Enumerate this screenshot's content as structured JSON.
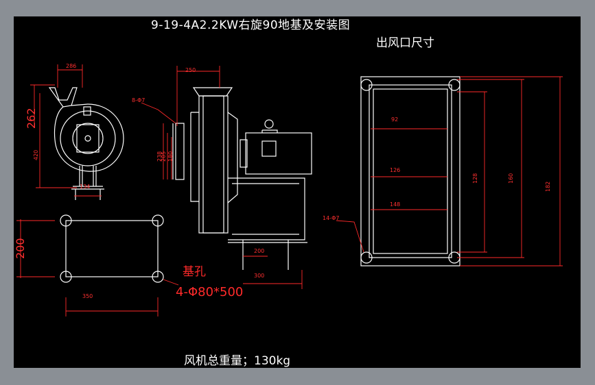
{
  "title": "9-19-4A2.2KW右旋90地基及安装图",
  "outlet_title": "出风口尺寸",
  "total_weight": "风机总重量；130kg",
  "anchor_hole_label": "基孔",
  "anchor_hole_spec": "4-Φ80*500",
  "colors": {
    "background": "#000000",
    "frame": "#8a8f95",
    "line": "#ffffff",
    "dimension": "#ff2a2a"
  },
  "dimensions": {
    "front_top_width": "286",
    "front_height_big": "262",
    "front_height_small": "420",
    "front_base_width": "134",
    "side_top_width": "250",
    "side_bolt": "8-Φ7",
    "side_h1": "238",
    "side_h2": "205",
    "side_h3": "180",
    "side_base_w1": "200",
    "side_base_w2": "300",
    "foundation_height": "200",
    "foundation_width": "350",
    "outlet_w1": "92",
    "outlet_w2": "126",
    "outlet_w3": "148",
    "outlet_h1": "128",
    "outlet_h2": "160",
    "outlet_h3": "182",
    "outlet_bolt": "14-Φ7"
  }
}
